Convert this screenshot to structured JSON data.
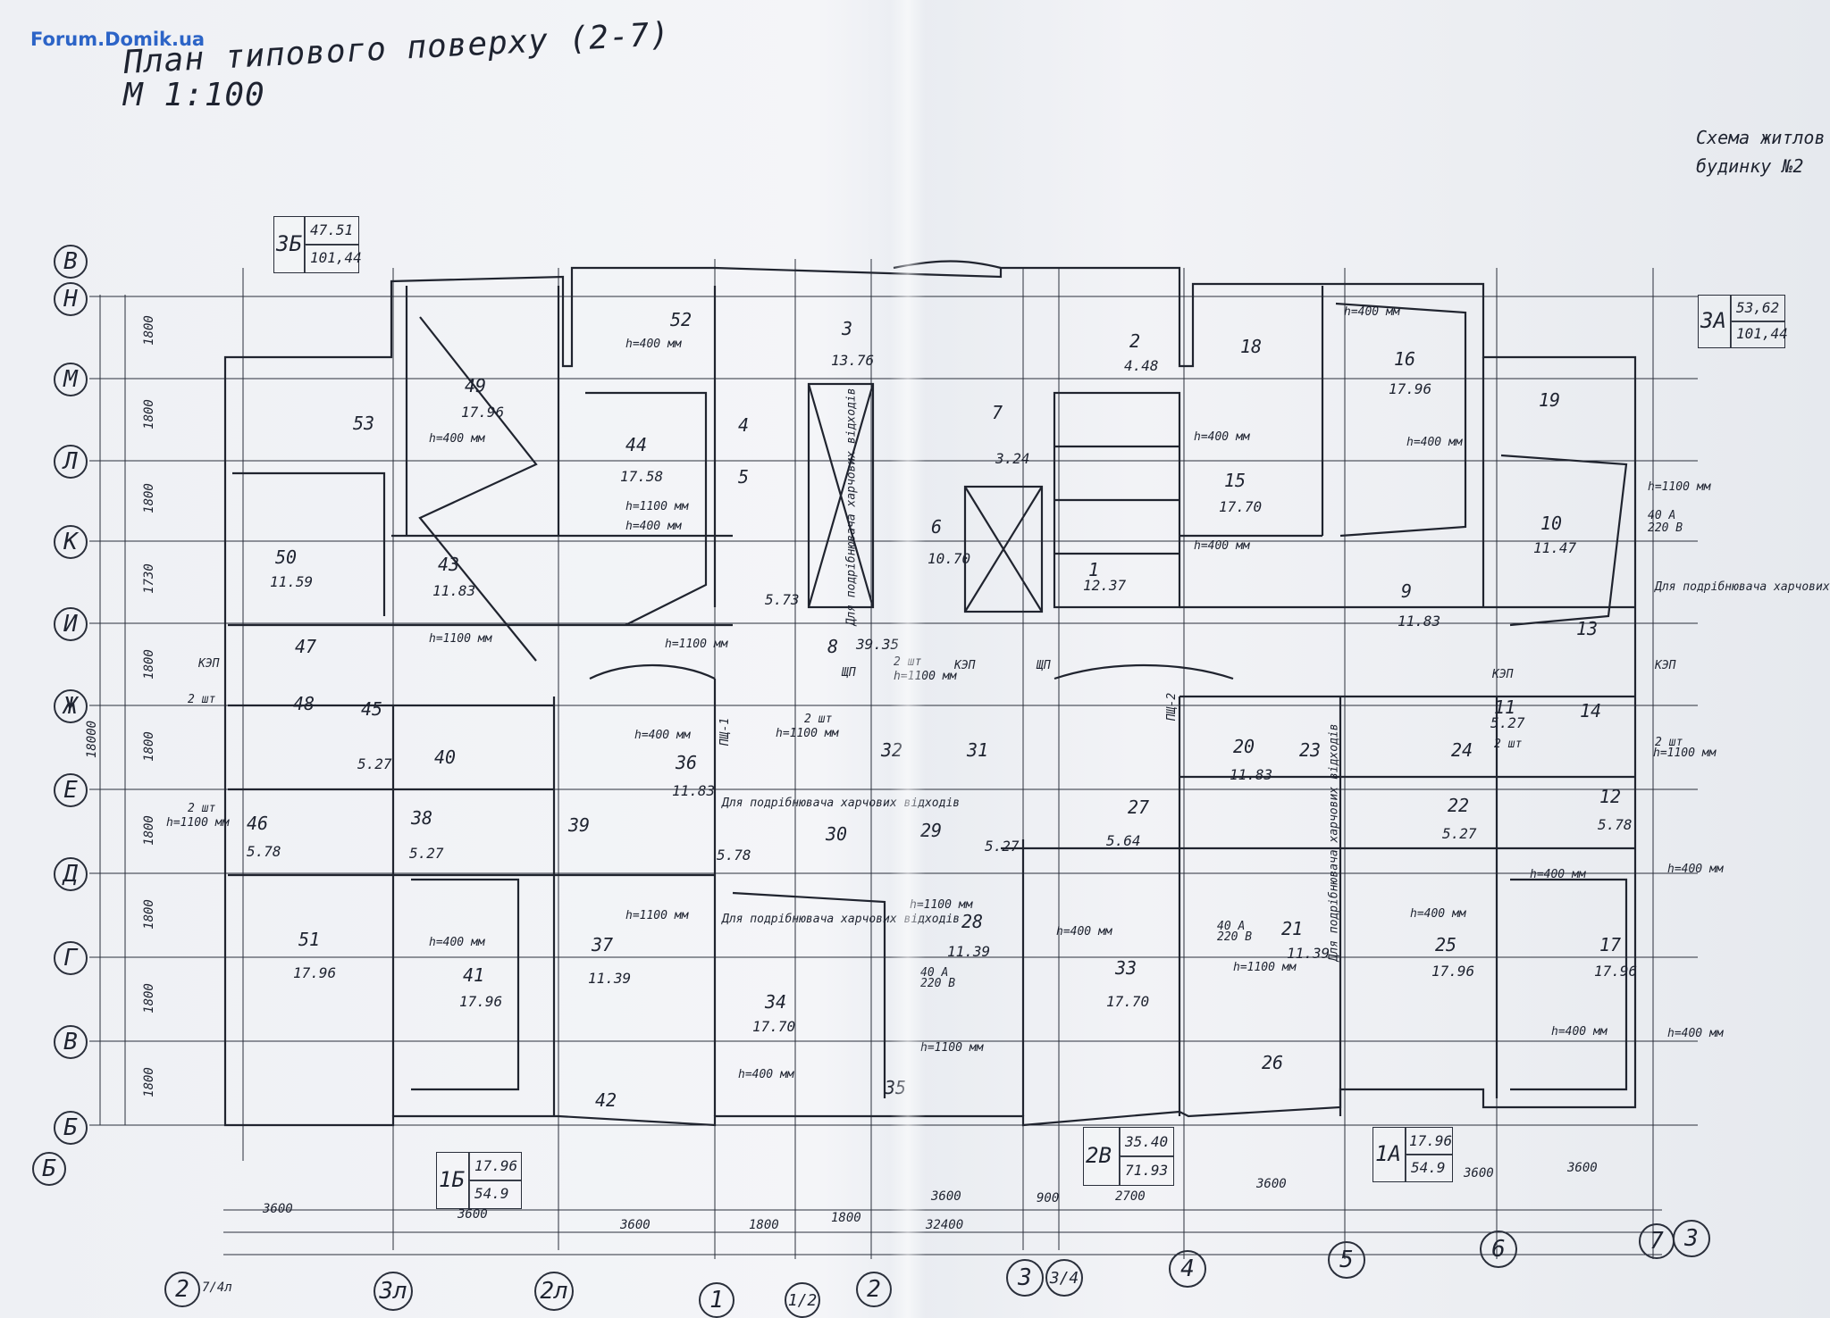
{
  "watermark": "Forum.Domik.ua",
  "header": {
    "title": "План типового поверху (2-7)",
    "scale": "М 1:100"
  },
  "scheme_note": {
    "line1": "Схема житлов",
    "line2": "будинку №2"
  },
  "row_axes": [
    "В",
    "Н",
    "М",
    "Л",
    "К",
    "И",
    "Ж",
    "Е",
    "Д",
    "Г",
    "В",
    "Б",
    "Б"
  ],
  "col_axes": [
    "2",
    "7/4л",
    "3л",
    "2л",
    "1",
    "1/2",
    "2",
    "3",
    "3/4",
    "4",
    "5",
    "6",
    "7",
    "3"
  ],
  "apartments": [
    {
      "code": "3Б",
      "living": "47.51",
      "total": "101,44"
    },
    {
      "code": "3А",
      "living": "53,62",
      "total": "101,44"
    },
    {
      "code": "1Б",
      "living": "17.96",
      "total": "54.9"
    },
    {
      "code": "2В",
      "living": "35.40",
      "total": "71.93"
    },
    {
      "code": "1А",
      "living": "17.96",
      "total": "54.9"
    }
  ],
  "rooms": [
    {
      "n": "53",
      "a": ""
    },
    {
      "n": "49",
      "a": "17.96"
    },
    {
      "n": "52",
      "a": ""
    },
    {
      "n": "44",
      "a": "17.58"
    },
    {
      "n": "3",
      "a": "13.76"
    },
    {
      "n": "4",
      "a": ""
    },
    {
      "n": "5",
      "a": "5.73"
    },
    {
      "n": "7",
      "a": "3.24"
    },
    {
      "n": "2",
      "a": "4.48"
    },
    {
      "n": "18",
      "a": ""
    },
    {
      "n": "16",
      "a": "17.96"
    },
    {
      "n": "19",
      "a": ""
    },
    {
      "n": "50",
      "a": "11.59"
    },
    {
      "n": "43",
      "a": "11.83"
    },
    {
      "n": "6",
      "a": "10.70"
    },
    {
      "n": "1",
      "a": "12.37"
    },
    {
      "n": "15",
      "a": "17.70"
    },
    {
      "n": "9",
      "a": "11.83"
    },
    {
      "n": "10",
      "a": "11.47"
    },
    {
      "n": "47",
      "a": ""
    },
    {
      "n": "8",
      "a": "39.35"
    },
    {
      "n": "13",
      "a": ""
    },
    {
      "n": "48",
      "a": ""
    },
    {
      "n": "45",
      "a": "5.27"
    },
    {
      "n": "40",
      "a": ""
    },
    {
      "n": "36",
      "a": "11.83"
    },
    {
      "n": "32",
      "a": ""
    },
    {
      "n": "31",
      "a": ""
    },
    {
      "n": "20",
      "a": "11.83"
    },
    {
      "n": "23",
      "a": ""
    },
    {
      "n": "24",
      "a": ""
    },
    {
      "n": "11",
      "a": "5.27"
    },
    {
      "n": "14",
      "a": ""
    },
    {
      "n": "46",
      "a": "5.78"
    },
    {
      "n": "38",
      "a": "5.27"
    },
    {
      "n": "39",
      "a": ""
    },
    {
      "n": "30",
      "a": "5.78"
    },
    {
      "n": "29",
      "a": "5.27"
    },
    {
      "n": "27",
      "a": "5.64"
    },
    {
      "n": "22",
      "a": "5.27"
    },
    {
      "n": "12",
      "a": "5.78"
    },
    {
      "n": "51",
      "a": "17.96"
    },
    {
      "n": "41",
      "a": "17.96"
    },
    {
      "n": "37",
      "a": "11.39"
    },
    {
      "n": "34",
      "a": "17.70"
    },
    {
      "n": "28",
      "a": "11.39"
    },
    {
      "n": "33",
      "a": "17.70"
    },
    {
      "n": "21",
      "a": "11.39"
    },
    {
      "n": "25",
      "a": "17.96"
    },
    {
      "n": "17",
      "a": "17.96"
    },
    {
      "n": "42",
      "a": ""
    },
    {
      "n": "35",
      "a": ""
    },
    {
      "n": "26",
      "a": ""
    }
  ],
  "left_dims": [
    "1800",
    "1800",
    "1800",
    "1730",
    "1800",
    "1800",
    "1800",
    "1800",
    "1800",
    "1800",
    "18000"
  ],
  "bottom_dims": [
    "3600",
    "3600",
    "3600",
    "1800",
    "1800",
    "3600",
    "900",
    "2700",
    "3600",
    "3600",
    "3600",
    "32400"
  ],
  "labels": {
    "kep": "КЭП",
    "shch": "ЩП",
    "pshch2": "ПЩ-2",
    "pshch1": "ПЩ-1",
    "h400": "h=400 мм",
    "h1100": "h=1100 мм",
    "two_sht": "2 шт",
    "for_waste": "Для подрібнювача харчових відходів",
    "amp": "40 А",
    "volt": "220 В"
  }
}
